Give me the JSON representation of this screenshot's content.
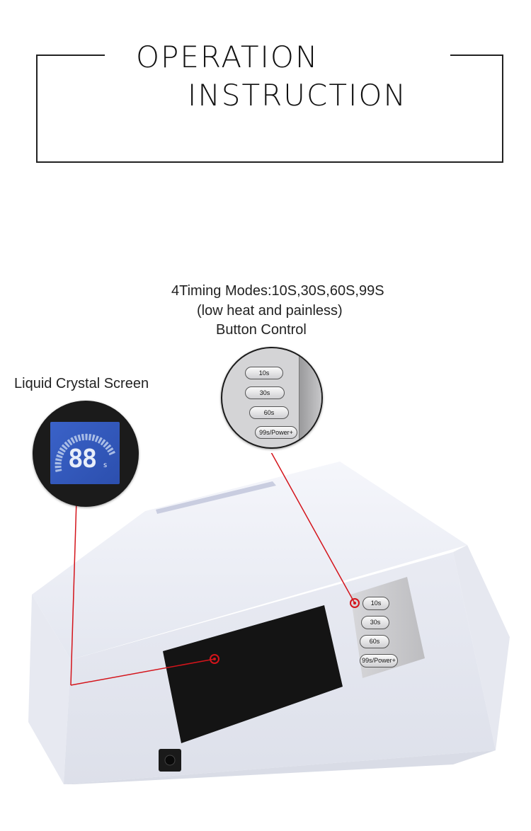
{
  "header": {
    "title_line1": "OPERATION",
    "title_line2": "INSTRUCTION"
  },
  "captions": {
    "lcd_label": "Liquid Crystal Screen",
    "timing_line1": "4Timing Modes:10S,30S,60S,99S",
    "timing_line2": "(low heat and painless)",
    "timing_line3": "Button Control"
  },
  "lcd": {
    "digits": "88",
    "unit": "s"
  },
  "buttons": [
    {
      "label": "10s"
    },
    {
      "label": "30s"
    },
    {
      "label": "60s"
    },
    {
      "label": "99s/Power+"
    }
  ],
  "colors": {
    "pointer_red": "#d4141b",
    "lcd_blue": "#3a62c8",
    "device_body": "#eef0f6",
    "screen_black": "#141414"
  }
}
